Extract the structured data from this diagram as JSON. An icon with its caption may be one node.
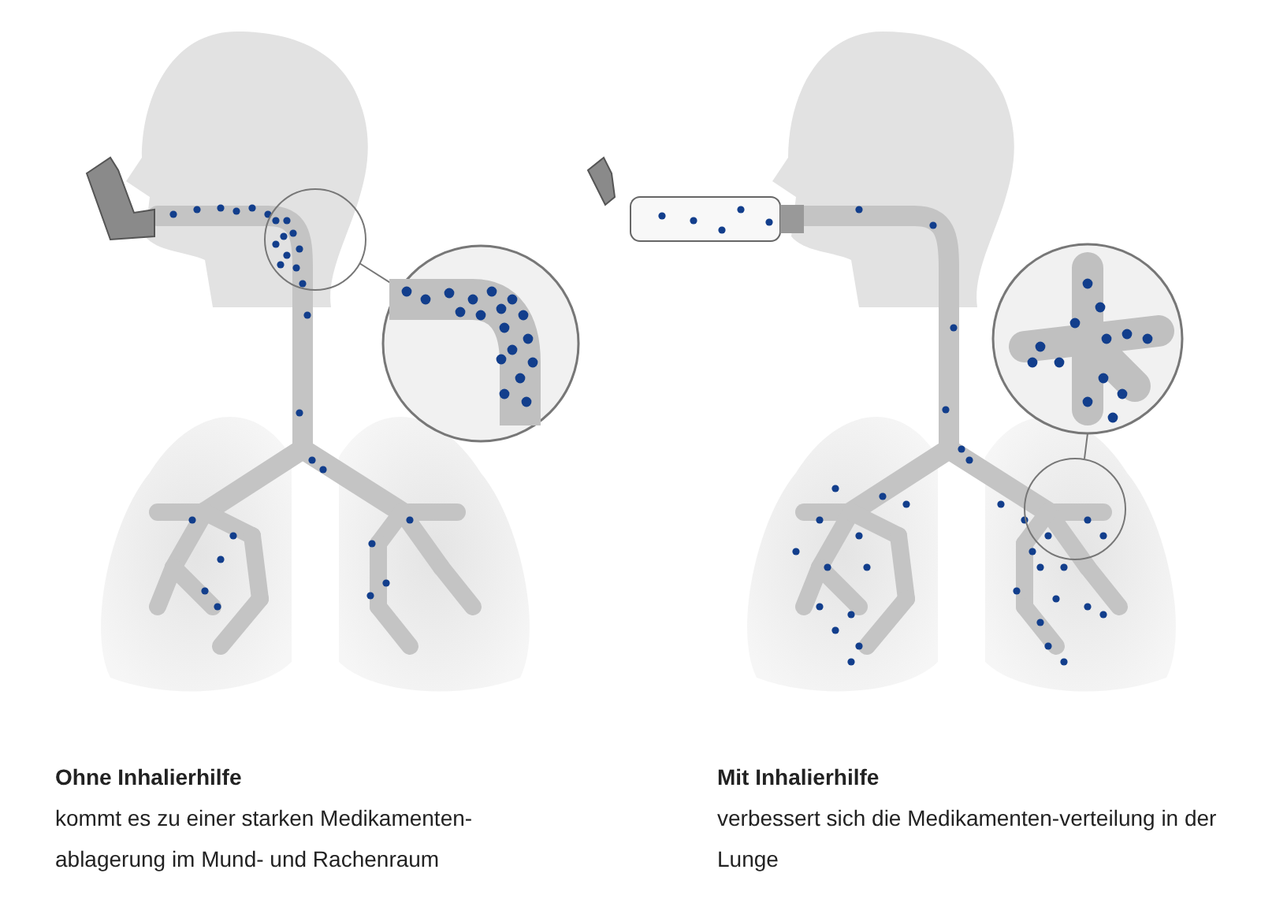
{
  "diagram": {
    "labels": [
      "Ohne Inhalierhilfe",
      "kommt es zu einer starken Medikamenten-ablagerung im Mund- und Rachenraum",
      "Mit Inhalierhilfe",
      "verbessert sich die Medikamenten-verteilung in der Lunge"
    ]
  }
}
